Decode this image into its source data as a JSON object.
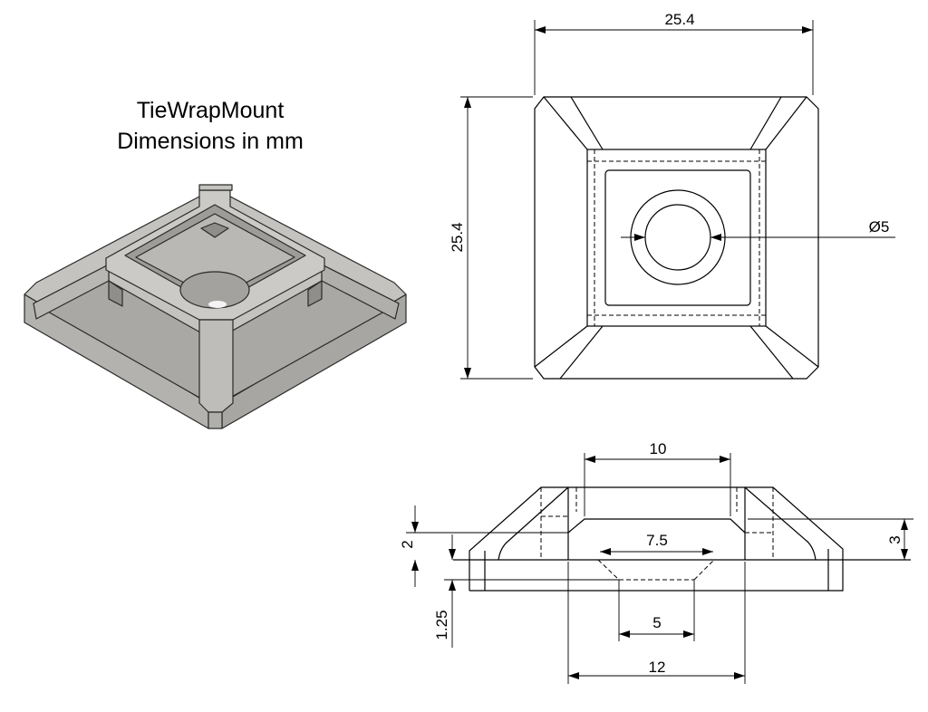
{
  "title": {
    "line1": "TieWrapMount",
    "line2": "Dimensions in mm"
  },
  "top_view": {
    "width_label": "25.4",
    "height_label": "25.4",
    "hole_label": "Ø5"
  },
  "side_view": {
    "recess_width_label": "10",
    "countersink_top_label": "7.5",
    "hole_label": "5",
    "boss_width_label": "12",
    "height_label": "3",
    "recess_depth_label": "2",
    "base_thickness_label": "1.25"
  },
  "colors": {
    "part_top": "#c8c7c3",
    "part_side": "#a9a8a4",
    "part_shadow": "#8f8e8a"
  }
}
